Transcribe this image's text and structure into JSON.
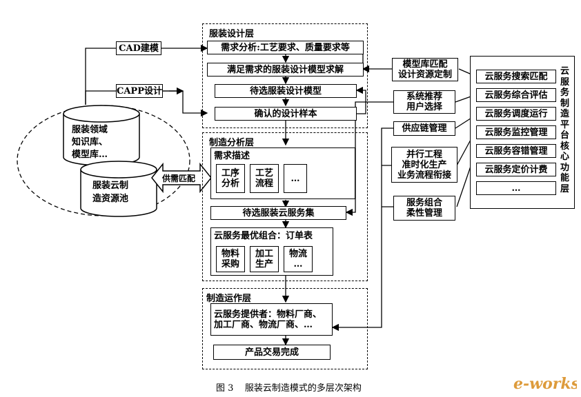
{
  "design_layer": {
    "title": "服装设计层",
    "requirements": "需求分析:工艺要求、质量要求等",
    "solve": "满足需求的服装设计模型求解",
    "candidate": "待选服装设计模型",
    "confirm": "确认的设计样本"
  },
  "analysis_layer": {
    "title": "制造分析层",
    "demand_title": "需求描述",
    "demand_items": [
      "工序\n分析",
      "工艺\n流程",
      "…"
    ],
    "candidate_services": "待选服装云服务集",
    "optimal_title": "云服务最优组合：订单表",
    "optimal_items": [
      "物料\n采购",
      "加工\n生产",
      "物流\n…"
    ]
  },
  "operation_layer": {
    "title": "制造运作层",
    "providers": "云服务提供者：物料厂商、\n加工厂商、物流厂商、…",
    "complete": "产品交易完成"
  },
  "left": {
    "cad": "CAD建模",
    "capp": "CAPP设计",
    "knowledge_db": "服装领域\n知识库、\n模型库…",
    "resource_pool": "服装云制\n造资源池",
    "supply_demand": "供需匹配"
  },
  "middle": {
    "model_match": "模型库匹配\n设计资源定制",
    "recommend": "系统推荐\n用户选择",
    "supply_chain": "供应链管理",
    "concurrent": "并行工程\n准时化生产\n业务流程衔接",
    "service_combo": "服务组合\n柔性管理"
  },
  "platform": {
    "title": "云服务制造平台核心功能层",
    "services": [
      "云服务搜索匹配",
      "云服务综合评估",
      "云服务调度运行",
      "云服务监控管理",
      "云服务容错管理",
      "云服务定价计费",
      "…"
    ]
  },
  "caption": "图 3    服装云制造模式的多层次架构",
  "watermark": "e-works",
  "colors": {
    "line": "#000000",
    "watermark": "#d88a1a"
  }
}
